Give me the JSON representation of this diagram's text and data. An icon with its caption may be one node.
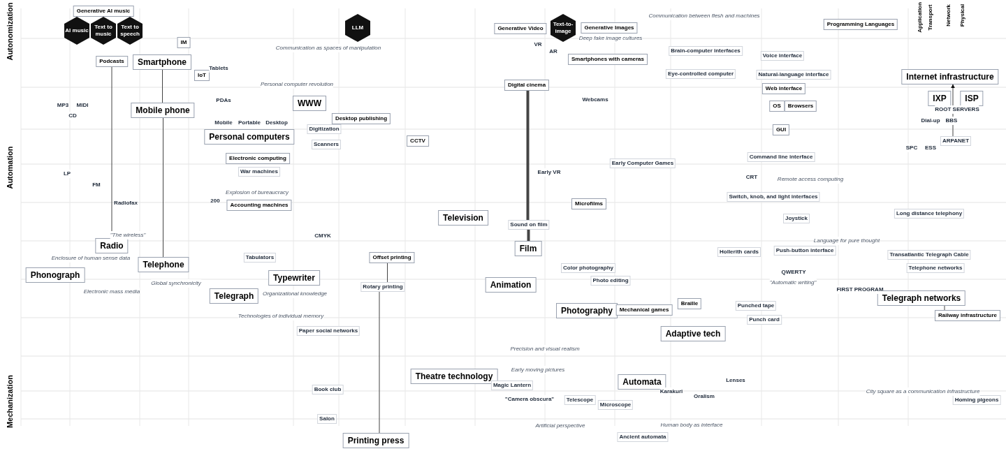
{
  "diagram": {
    "nodes": [
      {
        "text": [
          "Generative AI music"
        ]
      },
      {
        "text": [
          "AI music"
        ]
      },
      {
        "text": [
          "Text to music"
        ]
      },
      {
        "text": [
          "Text to speech"
        ]
      },
      {
        "text": [
          "Podcasts"
        ]
      },
      {
        "text": [
          "Smartphone"
        ]
      },
      {
        "text": [
          "IM"
        ]
      },
      {
        "text": [
          "IoT"
        ]
      },
      {
        "text": [
          "Mobile phone"
        ]
      },
      {
        "text": [
          "Personal computers"
        ]
      },
      {
        "text": [
          "Electronic computing"
        ]
      },
      {
        "text": [
          "Accounting machines"
        ]
      },
      {
        "text": [
          "Radio"
        ]
      },
      {
        "text": [
          "Telephone"
        ]
      },
      {
        "text": [
          "Phonograph"
        ]
      },
      {
        "text": [
          "Telegraph"
        ]
      },
      {
        "text": [
          "Typewriter"
        ]
      },
      {
        "text": [
          "WWW"
        ]
      },
      {
        "text": [
          "LLM"
        ]
      },
      {
        "text": [
          "Desktop publishing"
        ]
      },
      {
        "text": [
          "CCTV"
        ]
      },
      {
        "text": [
          "Generative Video"
        ]
      },
      {
        "text": [
          "Text-to-image"
        ]
      },
      {
        "text": [
          "Generative Images"
        ]
      },
      {
        "text": [
          "Smartphones with cameras"
        ]
      },
      {
        "text": [
          "Digital cinema"
        ]
      },
      {
        "text": [
          "Television"
        ]
      },
      {
        "text": [
          "Film"
        ]
      },
      {
        "text": [
          "Animation"
        ]
      },
      {
        "text": [
          "Photography"
        ]
      },
      {
        "text": [
          "Offset printing"
        ]
      },
      {
        "text": [
          "Printing press"
        ]
      },
      {
        "text": [
          "Theatre technology"
        ]
      },
      {
        "text": [
          "Automata"
        ]
      },
      {
        "text": [
          "Mechanical games"
        ]
      },
      {
        "text": [
          "Microfilms"
        ]
      },
      {
        "text": [
          "Adaptive tech"
        ]
      },
      {
        "text": [
          "Braille"
        ]
      },
      {
        "text": [
          "Web interface"
        ]
      },
      {
        "text": [
          "OS"
        ]
      },
      {
        "text": [
          "Browsers"
        ]
      },
      {
        "text": [
          "GUI"
        ]
      },
      {
        "text": [
          "Programming Languages"
        ]
      },
      {
        "text": [
          "Internet infrastructure"
        ]
      },
      {
        "text": [
          "IXP"
        ]
      },
      {
        "text": [
          "ISP"
        ]
      },
      {
        "text": [
          "ARPANET"
        ]
      },
      {
        "text": [
          "Telegraph networks"
        ]
      },
      {
        "text": [
          "Railway infrastructure"
        ]
      },
      {
        "text": [
          "Telephone networks"
        ]
      },
      {
        "text": [
          "Transatlantic Telegraph Cable"
        ]
      },
      {
        "text": [
          "Voice interface"
        ]
      },
      {
        "text": [
          "Brain-computer interfaces"
        ]
      },
      {
        "text": [
          "Natural-language interface"
        ]
      },
      {
        "text": [
          "Command line interface"
        ]
      },
      {
        "text": [
          "Punched tape"
        ]
      },
      {
        "text": [
          "Punch card"
        ]
      },
      {
        "text": [
          "Hollerith cards"
        ]
      },
      {
        "text": [
          "Push-button interface"
        ]
      },
      {
        "text": [
          "Telescope"
        ]
      },
      {
        "text": [
          "Microscope"
        ]
      },
      {
        "text": [
          "Magic Lantern"
        ]
      },
      {
        "text": [
          "Book club"
        ]
      },
      {
        "text": [
          "Paper social networks"
        ]
      },
      {
        "text": [
          "Long distance telephony"
        ]
      },
      {
        "text": [
          "Eye-controlled computer"
        ]
      },
      {
        "text": [
          "Early Computer Games"
        ]
      },
      {
        "text": [
          "Sound on film"
        ]
      },
      {
        "text": [
          "Color photography"
        ]
      },
      {
        "text": [
          "Photo editing"
        ]
      },
      {
        "text": [
          "Tabulators"
        ]
      },
      {
        "text": [
          "Scanners"
        ]
      },
      {
        "text": [
          "Digitization"
        ]
      },
      {
        "text": [
          "Rotary printing"
        ]
      },
      {
        "text": [
          "Salon"
        ]
      },
      {
        "text": [
          "Ancient automata"
        ]
      },
      {
        "text": [
          "Joystick"
        ]
      },
      {
        "text": [
          "Switch, knob, and light interfaces"
        ]
      },
      {
        "text": [
          "Homing pigeons"
        ]
      },
      {
        "text": [
          "War machines"
        ]
      }
    ],
    "edges": [
      {
        "from": 5,
        "to": 8,
        "arrow": "none"
      },
      {
        "from": 8,
        "to": 13,
        "arrow": "none"
      },
      {
        "from": 4,
        "to": 12,
        "arrow": "none"
      },
      {
        "from": 25,
        "to": 67,
        "arrow": "none",
        "style": "thick"
      },
      {
        "from": 67,
        "to": 27,
        "arrow": "none",
        "style": "thick"
      },
      {
        "from": 30,
        "to": 73,
        "arrow": "none"
      },
      {
        "from": 73,
        "to": 31,
        "arrow": "none"
      },
      {
        "from": 46,
        "to": 43,
        "arrow": "to"
      },
      {
        "from": 47,
        "to": 48,
        "arrow": "none"
      }
    ],
    "labels": [
      "Autonomization",
      "Automation",
      "Mechanization",
      "Application",
      "Transport",
      "Network",
      "Physical",
      "Communication as spaces of manipulation",
      "Personal computer revolution",
      "Explosion of bureaucracy",
      "Enclosure of human sense data",
      "Electronic mass media",
      "Global synchronicity",
      "Organizational knowledge",
      "Technologies of individual memory",
      "Deep fake image cultures",
      "Communication between flesh and machines",
      "Precision and visual realism",
      "Early moving pictures",
      "Artificial perspective",
      "Human body as interface",
      "Remote access computing",
      "Language for pure thought",
      "City square as a communication infrastructure",
      "\"Automatic writing\"",
      "\"Camera obscura\"",
      "\"The wireless\"",
      "QWERTY",
      "FIRST PROGRAM",
      "VR",
      "AR",
      "Tablets",
      "PDAs",
      "Mobile",
      "Portable",
      "Desktop",
      "CD",
      "MP3",
      "MIDI",
      "LP",
      "FM",
      "Radiofax",
      "200",
      "ROOT SERVERS",
      "Dial-up",
      "BBS",
      "SPC",
      "ESS",
      "CRT",
      "Webcams",
      "Early VR",
      "CMYK",
      "Lenses",
      "Oralism",
      "Karakuri"
    ]
  }
}
